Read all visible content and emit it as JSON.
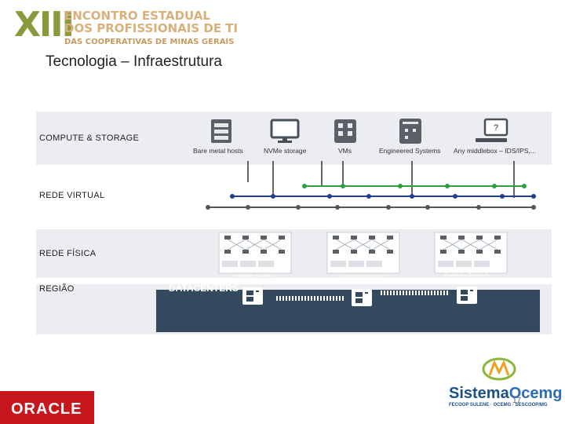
{
  "header": {
    "logo_number": "XIII",
    "logo_line1": "ENCONTRO ESTADUAL",
    "logo_line2": "DOS PROFISSIONAIS DE TI",
    "logo_line3": "DAS COOPERATIVAS DE MINAS GERAIS",
    "title": "Tecnologia – Infraestrutura"
  },
  "layers": {
    "compute": "COMPUTE & STORAGE",
    "virtual": "REDE VIRTUAL",
    "fisica": "REDE FÍSICA",
    "regiao": "REGIÃO"
  },
  "resources": [
    {
      "label": "Bare metal hosts",
      "icon": "server-icon"
    },
    {
      "label": "NVMe storage",
      "icon": "monitor-icon"
    },
    {
      "label": "VMs",
      "icon": "vm-grid-icon"
    },
    {
      "label": "Engineered Systems",
      "icon": "database-icon"
    },
    {
      "label": "Any middlebox – IDS/IPS,...",
      "icon": "unknown-device-icon",
      "symbol": "?"
    }
  ],
  "datacenters": {
    "label": "DATACENTERS",
    "domains": [
      {
        "label": "Availability Domain 1"
      },
      {
        "label": "Availability Domain 2"
      },
      {
        "label": "Availability Domain 3"
      }
    ]
  },
  "footer": {
    "brand": "ORACLE",
    "partner_name_a": "Sistema",
    "partner_name_b": "Ocemg",
    "partner_sub": "FECOOP SULENE · OCEMG · SESCOOP/MG",
    "page_number": "17"
  },
  "colors": {
    "band": "#ebedf1",
    "datacenter": "#34495e",
    "net_blue": "#1f3f99",
    "net_green": "#2e9e3e",
    "net_gray": "#555555",
    "oracle_red": "#c7161c",
    "logo_green": "#8a9a3a",
    "logo_tan": "#d9b07a"
  }
}
